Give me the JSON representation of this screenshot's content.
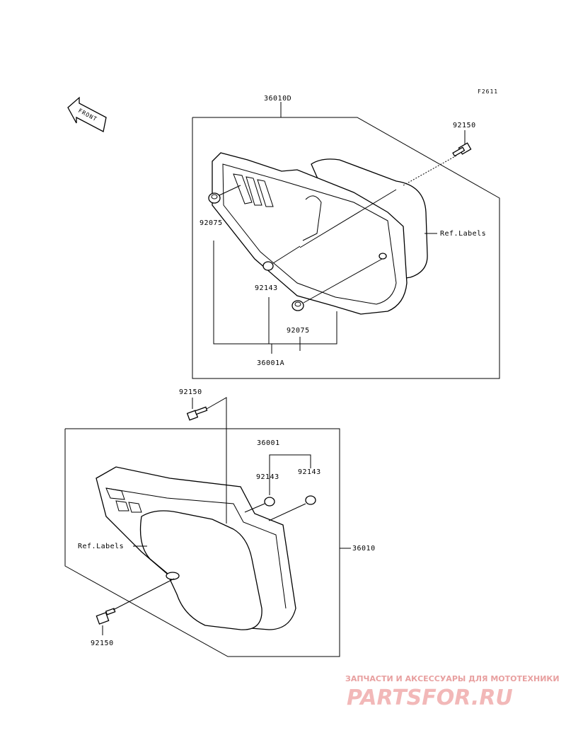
{
  "figure_code": "F2611",
  "front_label": "FRONT",
  "upper": {
    "assembly": "36010D",
    "cover_label": "36001A",
    "bolt": "92150",
    "grommet_top": "92075",
    "grommet_bottom": "92075",
    "washer": "92143",
    "ref_labels": "Ref.Labels"
  },
  "lower": {
    "assembly": "36010",
    "cover_label": "36001",
    "bolt_top": "92150",
    "bolt_bottom": "92150",
    "washer_left": "92143",
    "washer_right": "92143",
    "ref_labels": "Ref.Labels"
  },
  "watermark": {
    "tagline": "ЗАПЧАСТИ И АКСЕССУАРЫ ДЛЯ МОТОТЕХНИКИ",
    "logo": "PARTSFOR.RU"
  }
}
